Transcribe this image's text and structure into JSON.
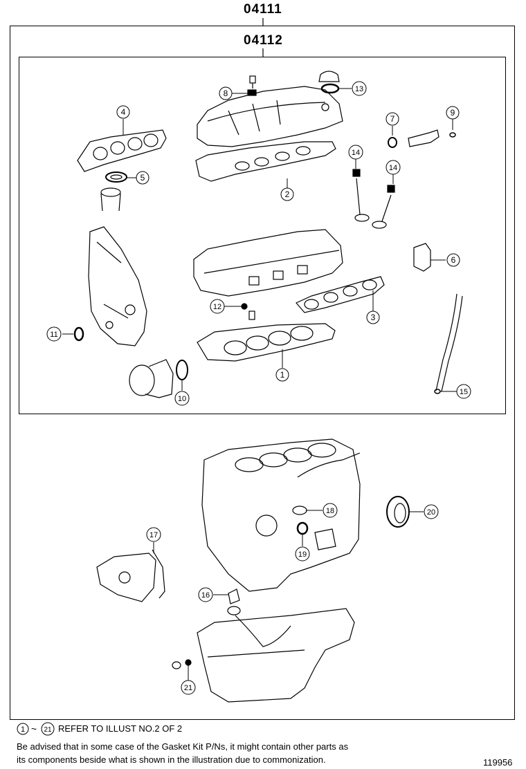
{
  "header": {
    "outer_kit_number": "04111",
    "inner_kit_number": "04112"
  },
  "callouts": [
    "1",
    "2",
    "3",
    "4",
    "5",
    "6",
    "7",
    "8",
    "9",
    "10",
    "11",
    "12",
    "13",
    "14",
    "14",
    "15",
    "16",
    "17",
    "18",
    "19",
    "20",
    "21"
  ],
  "footer": {
    "refer_range_start": "1",
    "refer_range_sep": "~",
    "refer_range_end": "21",
    "refer_text": "REFER TO ILLUST NO.2 OF 2",
    "advice_line1": "Be advised that in some case of the Gasket Kit P/Ns,  it might contain other parts as",
    "advice_line2": "its components beside what is shown in the illustration due to commonization.",
    "illustration_number": "119956"
  }
}
